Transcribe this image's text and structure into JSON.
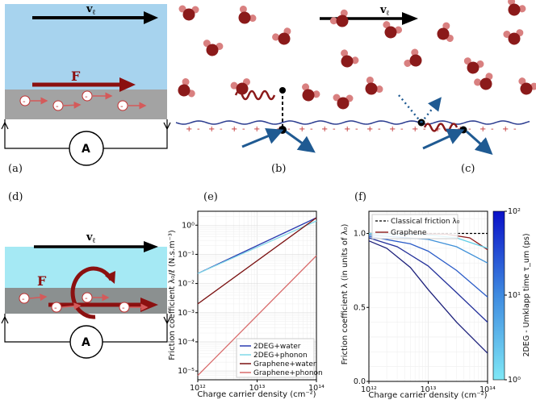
{
  "panels": {
    "a": {
      "label": "(a)",
      "velocity": "v",
      "velocity_sub": "ℓ",
      "force": "F",
      "meter": "A"
    },
    "b": {
      "label": "(b)"
    },
    "c": {
      "label": "(c)",
      "velocity": "v",
      "velocity_sub": "ℓ"
    },
    "d": {
      "label": "(d)",
      "velocity": "v",
      "velocity_sub": "ℓ",
      "force": "F",
      "meter": "A"
    },
    "e": {
      "label": "(e)"
    },
    "f": {
      "label": "(f)"
    }
  },
  "colors": {
    "water": "#a7d3ee",
    "water_d": "#a5e9f4",
    "slab": "#a3a3a3",
    "molecule": "#8b1a1a",
    "hydrogen": "#d98080",
    "arrow": "#1f5a92"
  },
  "chart_data": [
    {
      "type": "line",
      "panel": "e",
      "xlabel": "Charge carrier density (cm⁻²)",
      "ylabel": "Friction coefficient λ₀/ℓ (N.s.m⁻³)",
      "xscale": "log",
      "yscale": "log",
      "xlim": [
        1000000000000.0,
        100000000000000.0
      ],
      "ylim": [
        5e-06,
        3
      ],
      "xticks": [
        "10¹²",
        "10¹³",
        "10¹⁴"
      ],
      "yticks": [
        "10⁻⁵",
        "10⁻⁴",
        "10⁻³",
        "10⁻²",
        "10⁻¹",
        "10⁰"
      ],
      "legend": "bottom-right",
      "series": [
        {
          "name": "2DEG+water",
          "color": "#2a3bb0",
          "x": [
            1000000000000.0,
            100000000000000.0
          ],
          "y": [
            0.022,
            1.8
          ]
        },
        {
          "name": "2DEG+phonon",
          "color": "#7fd8e8",
          "x": [
            1000000000000.0,
            100000000000000.0
          ],
          "y": [
            0.022,
            1.4
          ]
        },
        {
          "name": "Graphene+water",
          "color": "#7a1010",
          "x": [
            1000000000000.0,
            100000000000000.0
          ],
          "y": [
            0.002,
            1.8
          ]
        },
        {
          "name": "Graphene+phonon",
          "color": "#d86a6a",
          "x": [
            1000000000000.0,
            100000000000000.0
          ],
          "y": [
            7e-06,
            0.09
          ]
        }
      ]
    },
    {
      "type": "line",
      "panel": "f",
      "xlabel": "Charge carrier density (cm⁻²)",
      "ylabel": "Friction coefficient λ (in units of λ₀)",
      "xscale": "log",
      "xlim": [
        1000000000000.0,
        100000000000000.0
      ],
      "ylim": [
        0,
        1.15
      ],
      "xticks": [
        "10¹²",
        "10¹³",
        "10¹⁴"
      ],
      "yticks": [
        "0.0",
        "0.5",
        "1.0"
      ],
      "legend": "top-left",
      "legend_entries": [
        "Classical friction λ₀",
        "Graphene"
      ],
      "colorbar": {
        "label": "2DEG - Umklapp time τ_um (ps)",
        "ticks": [
          "10⁰",
          "10¹",
          "10²"
        ]
      },
      "series": [
        {
          "name": "Classical friction λ₀",
          "color": "#000000",
          "dashed": true,
          "x": [
            1000000000000.0,
            100000000000000.0
          ],
          "y": [
            1.0,
            1.0
          ]
        },
        {
          "name": "Graphene",
          "color": "#8b1a1a",
          "x": [
            1000000000000.0,
            20000000000000.0,
            50000000000000.0,
            100000000000000.0
          ],
          "y": [
            1.0,
            0.995,
            0.97,
            0.89
          ]
        },
        {
          "color": "#5fcde6",
          "x": [
            1000000000000.0,
            10000000000000.0,
            30000000000000.0,
            100000000000000.0
          ],
          "y": [
            1.0,
            0.99,
            0.97,
            0.9
          ]
        },
        {
          "color": "#3f90d8",
          "x": [
            1000000000000.0,
            10000000000000.0,
            30000000000000.0,
            100000000000000.0
          ],
          "y": [
            0.99,
            0.96,
            0.91,
            0.8
          ]
        },
        {
          "color": "#2b5cc8",
          "x": [
            1000000000000.0,
            5000000000000.0,
            10000000000000.0,
            30000000000000.0,
            100000000000000.0
          ],
          "y": [
            0.98,
            0.93,
            0.88,
            0.75,
            0.57
          ]
        },
        {
          "color": "#23309a",
          "x": [
            1000000000000.0,
            3000000000000.0,
            10000000000000.0,
            30000000000000.0,
            100000000000000.0
          ],
          "y": [
            0.97,
            0.91,
            0.78,
            0.6,
            0.4
          ]
        },
        {
          "color": "#1b1f7a",
          "x": [
            1000000000000.0,
            2000000000000.0,
            5000000000000.0,
            10000000000000.0,
            30000000000000.0,
            100000000000000.0
          ],
          "y": [
            0.95,
            0.9,
            0.77,
            0.62,
            0.4,
            0.19
          ]
        }
      ]
    }
  ]
}
